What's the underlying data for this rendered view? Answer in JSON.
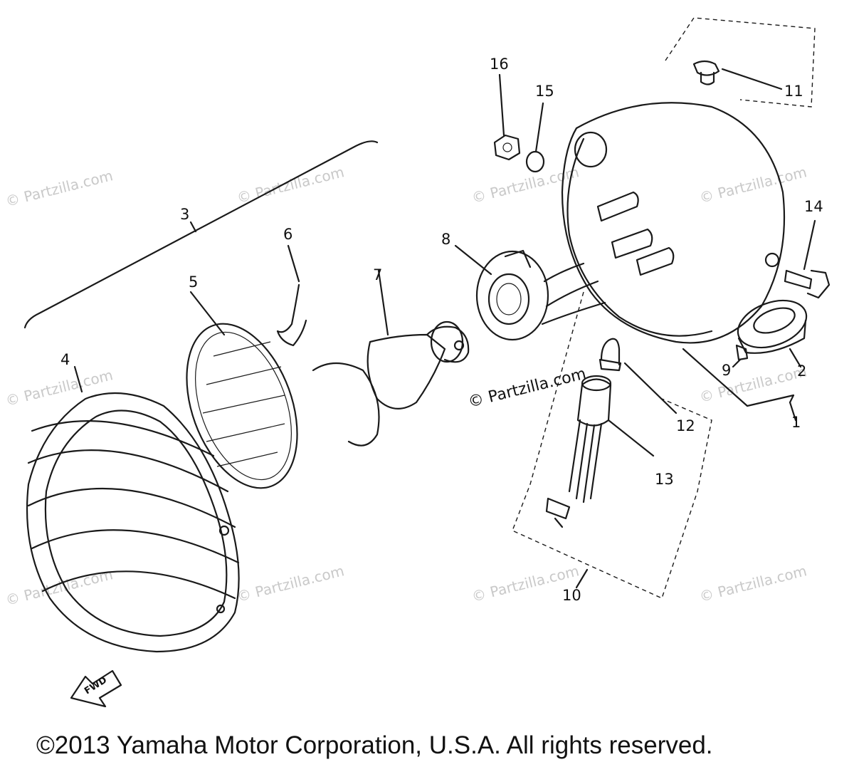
{
  "watermark": "© Partzilla.com",
  "main_watermark": "© Partzilla.com",
  "copyright": "©2013 Yamaha Motor Corporation, U.S.A. All rights reserved.",
  "fwd_label": "FWD",
  "callouts": {
    "c1": "1",
    "c2": "2",
    "c3": "3",
    "c4": "4",
    "c5": "5",
    "c6": "6",
    "c7": "7",
    "c8": "8",
    "c9": "9",
    "c10": "10",
    "c11": "11",
    "c12": "12",
    "c13": "13",
    "c14": "14",
    "c15": "15",
    "c16": "16"
  }
}
